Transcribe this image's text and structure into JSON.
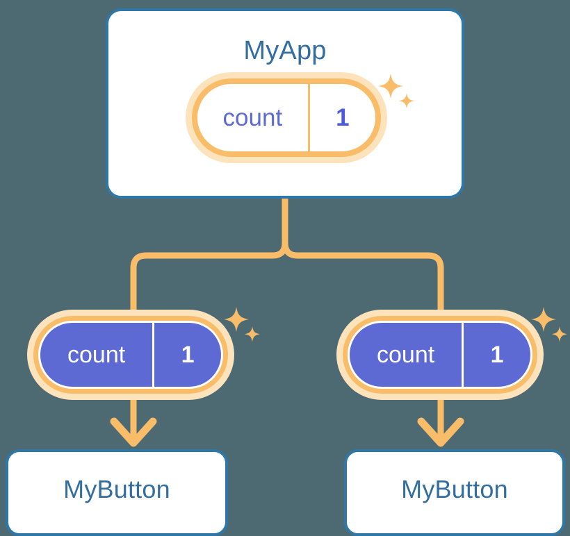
{
  "diagram": {
    "title_app": "MyApp",
    "background_color": "#4d6a73",
    "card_border_color": "#2f77a6",
    "card_title_color": "#336e9e",
    "connector_color": "#f9bd6a",
    "pill_ring_color": "#f9bd6a",
    "pill_halo_color": "#fce3bc",
    "pill_fill_color": "#5d6ad4"
  },
  "app_card": {
    "title": "MyApp",
    "state_pill": {
      "key": "count",
      "value": "1",
      "sparkle_icon": "sparkles-icon"
    }
  },
  "children": [
    {
      "state_pill": {
        "key": "count",
        "value": "1",
        "sparkle_icon": "sparkles-icon"
      },
      "component": {
        "title": "MyButton"
      }
    },
    {
      "state_pill": {
        "key": "count",
        "value": "1",
        "sparkle_icon": "sparkles-icon"
      },
      "component": {
        "title": "MyButton"
      }
    }
  ]
}
